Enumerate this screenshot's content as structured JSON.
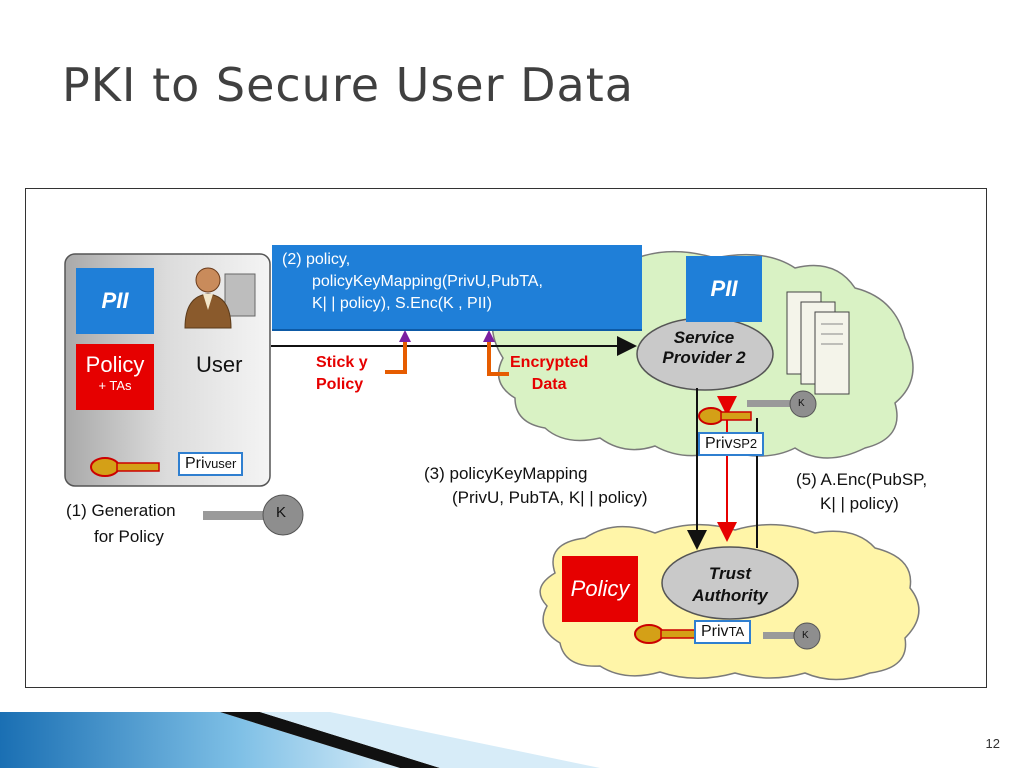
{
  "slide": {
    "title": "PKI to Secure User Data",
    "page_number": "12"
  },
  "user_panel": {
    "pii_label": "PII",
    "policy_label": "Policy",
    "policy_sub_label": "+ TAs",
    "user_label": "User",
    "priv_prefix": "Pri",
    "priv_sub": "vuser"
  },
  "banner": {
    "line1": "(2) policy,",
    "line2": "policyKeyMapping(PrivU,PubTA,",
    "line3": "K| | policy), S.Enc(K , PII)"
  },
  "labels": {
    "sticky_line1": "Stick y",
    "sticky_line2": "Policy",
    "encrypted_line1": "Encrypted",
    "encrypted_line2": "Data",
    "generation_line1": "(1) Generation",
    "generation_line2": "for Policy",
    "mapping_line1": "(3) policyKeyMapping",
    "mapping_line2": "(PrivU, PubTA, K| | policy)",
    "aenc_line1": "(5) A.Enc(PubSP,",
    "aenc_line2": "K| | policy)",
    "key_letter": "K"
  },
  "service_provider": {
    "pii_label": "PII",
    "name_line1": "Service",
    "name_line2": "Provider 2",
    "priv_prefix": "Priv",
    "priv_sub": "SP2"
  },
  "trust_authority": {
    "policy_label": "Policy",
    "name_line1": "Trust",
    "name_line2": "Authority",
    "priv_prefix": "Priv",
    "priv_sub": "TA"
  },
  "colors": {
    "accent_blue": "#1f7fd8",
    "policy_red": "#e60000",
    "label_red": "#e60000",
    "cloud_green": "#d9f2c4",
    "cloud_yellow": "#fff5a8",
    "panel_gray": "#c8c8c8"
  }
}
